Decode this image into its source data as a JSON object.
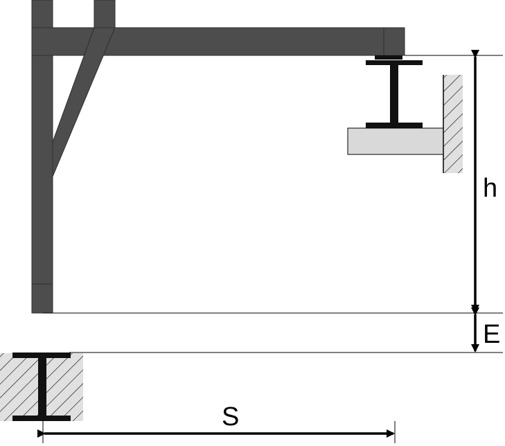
{
  "labels": {
    "height": "h",
    "clearance": "E",
    "span": "S"
  },
  "colors": {
    "frame": "#4d4d4d",
    "frame_edge": "#2e2e2e",
    "beam": "#111111",
    "bracket": "#d9d9d9",
    "hatch_wall": "#dcdcdc",
    "hatch_line": "#000000",
    "line": "#000000",
    "background": "#ffffff"
  }
}
